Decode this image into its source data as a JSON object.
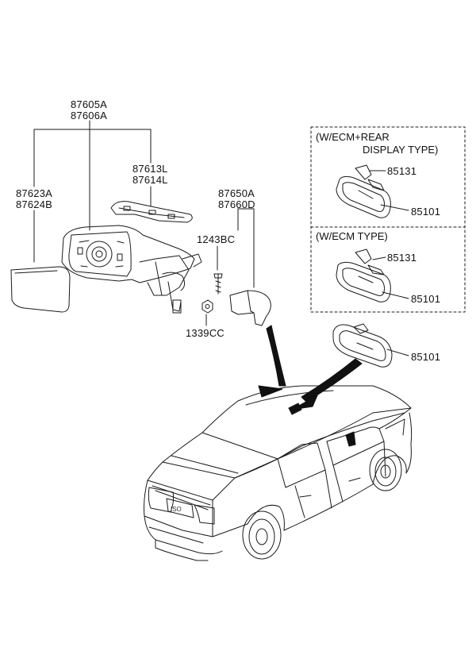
{
  "labels": {
    "mirror_assy_lh": "87605A",
    "mirror_assy_rh": "87606A",
    "cover_lh": "87613L",
    "cover_rh": "87614L",
    "glass_lh": "87623A",
    "glass_rh": "87624B",
    "garnish_a": "87650A",
    "garnish_d": "87660D",
    "screw": "1243BC",
    "nut": "1339CC",
    "ecm_rear_cover": "85131",
    "ecm_rear_mirror": "85101",
    "ecm_cover": "85131",
    "ecm_mirror": "85101",
    "inside_mirror": "85101"
  },
  "boxes": {
    "ecm_rear_line1": "(W/ECM+REAR",
    "ecm_rear_line2": "DISPLAY TYPE)",
    "ecm_only": "(W/ECM TYPE)"
  },
  "colors": {
    "line": "#1a1a1a",
    "arrow": "#111111",
    "background": "#ffffff"
  }
}
